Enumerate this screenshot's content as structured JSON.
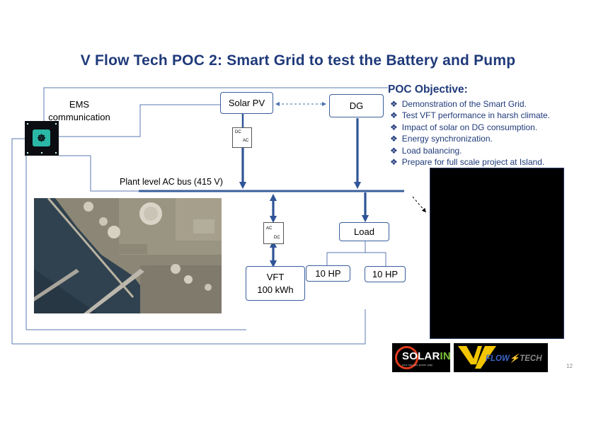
{
  "title": "V Flow Tech POC 2: Smart Grid to test the Battery and Pump",
  "diagram": {
    "ems_label_line1": "EMS",
    "ems_label_line2": "communication",
    "bus_label": "Plant level AC bus (415 V)",
    "solar_pv": "Solar PV",
    "dg": "DG",
    "load": "Load",
    "vft_line1": "VFT",
    "vft_line2": "100 kWh",
    "pump1": "10 HP",
    "pump2": "10 HP",
    "converter_top": {
      "in": "DC",
      "out": "AC"
    },
    "converter_bottom": {
      "in": "AC",
      "out": "DC"
    },
    "ems_icon": "ems-controller-icon",
    "aerial_image": "plant-aerial-photo"
  },
  "objective": {
    "heading": "POC Objective:",
    "items": [
      "Demonstration of the Smart Grid.",
      "Test VFT performance in harsh climate.",
      "Impact of solar on DG consumption.",
      "Energy synchronization.",
      "Load balancing.",
      "Prepare for full scale project at Island."
    ],
    "bullet_glyph": "❖"
  },
  "logos": {
    "solarin": {
      "name_a": "SOLAR",
      "name_b": "IN",
      "tagline": "your key into power play"
    },
    "flowtech": {
      "flow": "FLOW",
      "bolt": "⚡",
      "tech": "TECH"
    }
  },
  "page_number": "12",
  "colors": {
    "title": "#1f3a7a",
    "line": "#3a5f9c",
    "arrow": "#2f5597",
    "solarin_ring": "#e03a1c",
    "flow_blue": "#3b64c8"
  }
}
